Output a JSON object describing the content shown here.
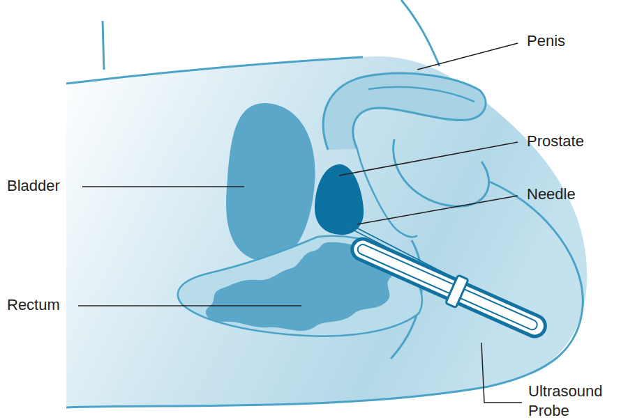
{
  "diagram": {
    "labels": [
      "Penis",
      "Prostate",
      "Needle",
      "Bladder",
      "Rectum",
      "Ultrasound Probe"
    ]
  }
}
